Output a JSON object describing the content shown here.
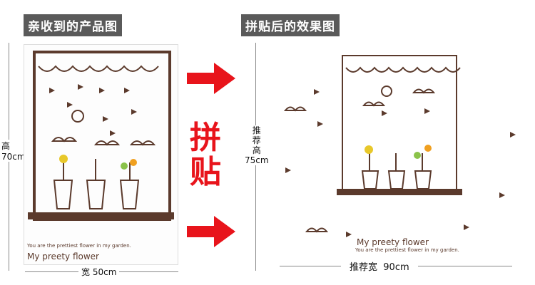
{
  "left_title": "亲收到的产品图",
  "right_title": "拼贴后的效果图",
  "center_text": [
    "拼",
    "贴"
  ],
  "left_dims": {
    "height_label": "高",
    "height_value": "70cm",
    "width_label": "宽",
    "width_value": "50cm"
  },
  "right_dims": {
    "height_label": [
      "推",
      "荐",
      "高"
    ],
    "height_value": "75cm",
    "width_label": "推荐宽",
    "width_value": "90cm"
  },
  "sticker": {
    "subtitle": "You are the prettiest flower in my garden.",
    "title": "My preety flower"
  },
  "colors": {
    "title_bg": "#5a5a5a",
    "accent_red": "#e8141b",
    "sticker_brown": "#5b3a2c"
  }
}
